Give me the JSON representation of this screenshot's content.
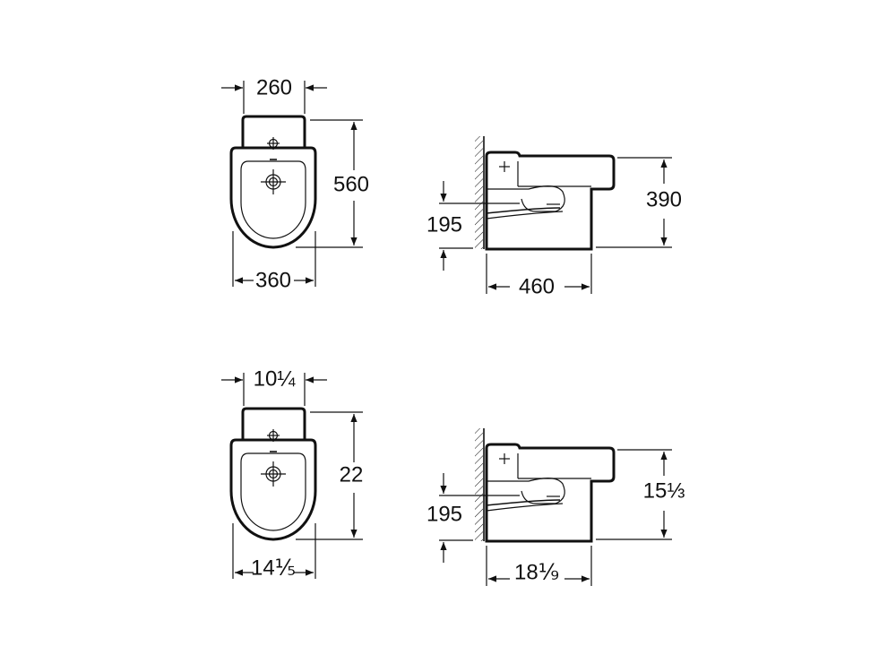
{
  "metric": {
    "front_top_width": "260",
    "front_height": "560",
    "front_bowl_width": "360",
    "side_outlet_height": "195",
    "side_height": "390",
    "side_depth": "460"
  },
  "imperial": {
    "front_top_width": "10¼",
    "front_height": "22",
    "front_bowl_width": "14⅕",
    "side_outlet_height": "195",
    "side_height": "15⅓",
    "side_depth": "18⅑"
  }
}
